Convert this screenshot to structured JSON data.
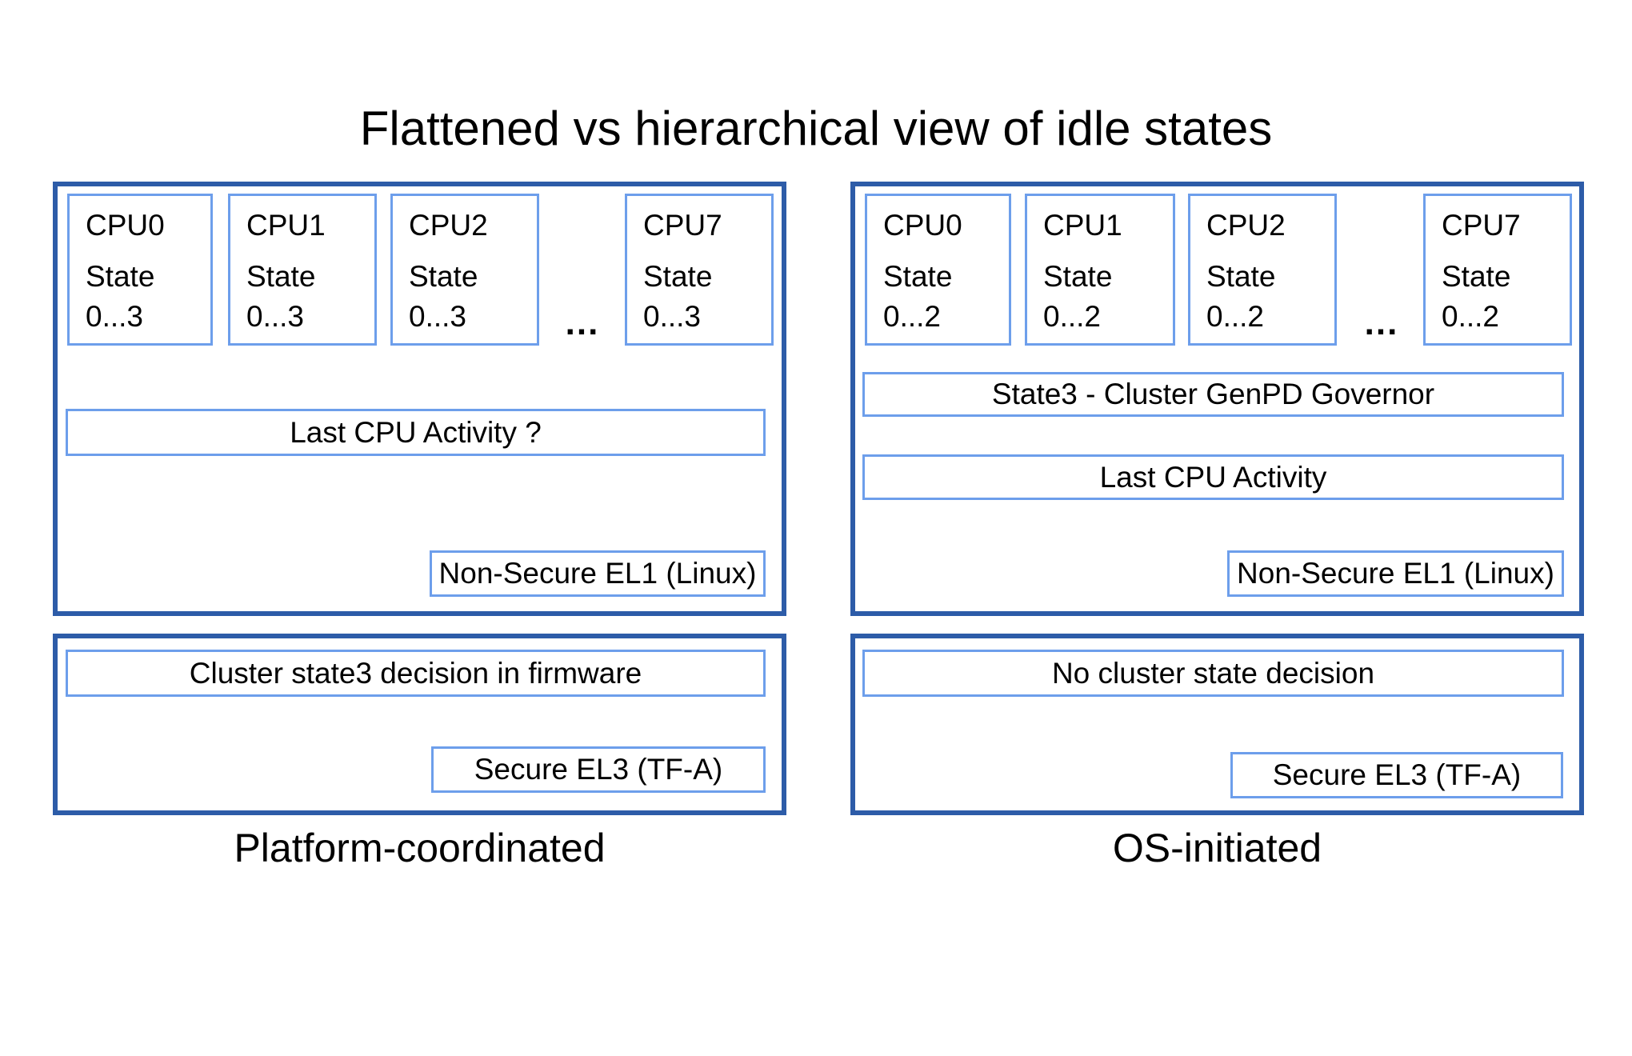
{
  "title": "Flattened vs hierarchical view of idle states",
  "colors": {
    "panel_border": "#2d5ca8",
    "box_border": "#6d9eeb"
  },
  "panels": {
    "left": {
      "label": "Platform-coordinated",
      "ellipsis": "...",
      "cpus": [
        {
          "name": "CPU0",
          "state_label": "State",
          "state_range": "0...3"
        },
        {
          "name": "CPU1",
          "state_label": "State",
          "state_range": "0...3"
        },
        {
          "name": "CPU2",
          "state_label": "State",
          "state_range": "0...3"
        },
        {
          "name": "CPU7",
          "state_label": "State",
          "state_range": "0...3"
        }
      ],
      "activity": "Last CPU Activity ?",
      "el1": "Non-Secure EL1 (Linux)",
      "cluster_decision": "Cluster state3 decision in firmware",
      "el3": "Secure EL3 (TF-A)"
    },
    "right": {
      "label": "OS-initiated",
      "ellipsis": "...",
      "cpus": [
        {
          "name": "CPU0",
          "state_label": "State",
          "state_range": "0...2"
        },
        {
          "name": "CPU1",
          "state_label": "State",
          "state_range": "0...2"
        },
        {
          "name": "CPU2",
          "state_label": "State",
          "state_range": "0...2"
        },
        {
          "name": "CPU7",
          "state_label": "State",
          "state_range": "0...2"
        }
      ],
      "governor": "State3 - Cluster GenPD Governor",
      "activity": "Last CPU Activity",
      "el1": "Non-Secure EL1 (Linux)",
      "cluster_decision": "No cluster state decision",
      "el3": "Secure EL3 (TF-A)"
    }
  }
}
